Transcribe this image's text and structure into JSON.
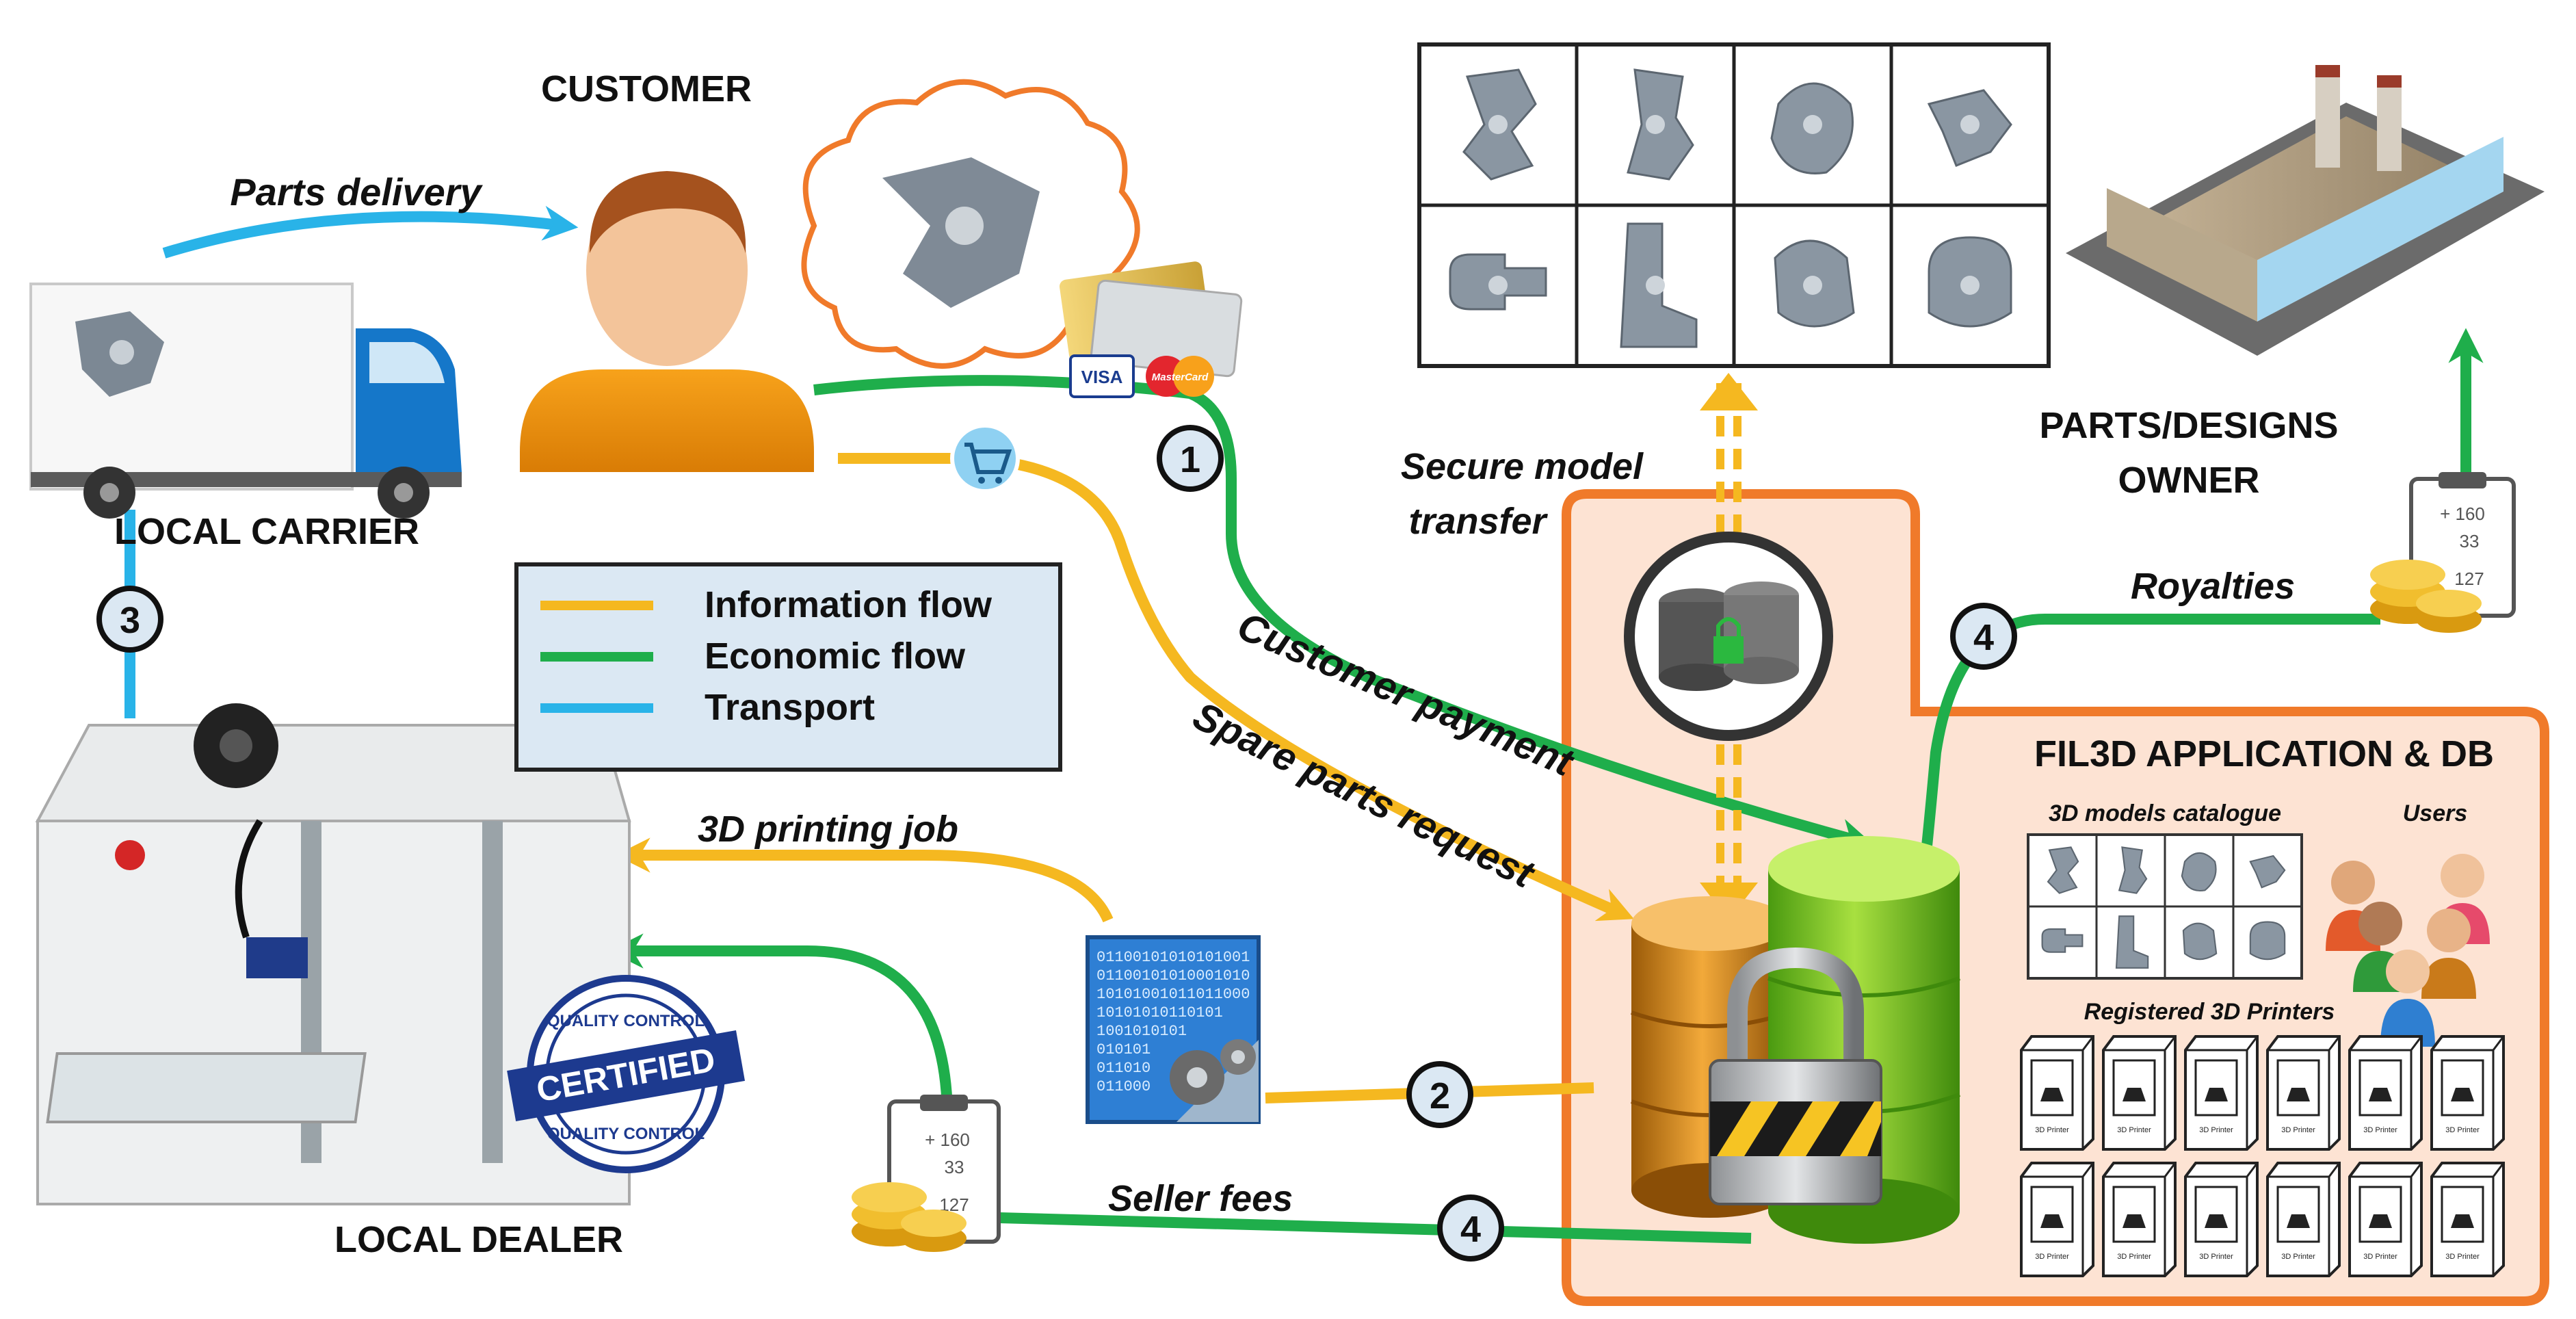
{
  "labels": {
    "customer": "CUSTOMER",
    "local_carrier": "LOCAL CARRIER",
    "local_dealer": "LOCAL DEALER",
    "owner_line1": "PARTS/DESIGNS",
    "owner_line2": "OWNER",
    "app_title": "FIL3D APPLICATION & DB",
    "catalogue": "3D models catalogue",
    "users": "Users",
    "registered_printers": "Registered 3D Printers"
  },
  "flows": {
    "parts_delivery": "Parts delivery",
    "secure_line1": "Secure model",
    "secure_line2": "transfer",
    "customer_payment": "Customer payment",
    "spare_parts_request": "Spare parts request",
    "printing_job": "3D printing job",
    "seller_fees": "Seller fees",
    "royalties": "Royalties"
  },
  "legend": {
    "items": [
      {
        "label": "Information flow",
        "color": "#f5b820"
      },
      {
        "label": "Economic flow",
        "color": "#1fae4b"
      },
      {
        "label": "Transport",
        "color": "#29b3e8"
      }
    ]
  },
  "steps": {
    "s1": "1",
    "s2": "2",
    "s3": "3",
    "s4a": "4",
    "s4b": "4"
  },
  "cards": {
    "visa": "VISA",
    "mastercard": "MasterCard"
  },
  "badge": {
    "top": "QUALITY CONTROL",
    "middle": "CERTIFIED",
    "bottom": "QUALITY CONTROL"
  },
  "notepad": {
    "line1": "+ 160",
    "line2": "33",
    "line3": "127"
  },
  "binary": {
    "lines": [
      "01100101010101001",
      "01100101010001010",
      "10101001011011000",
      "10101010110101",
      "1001010101",
      "010101",
      "011010",
      "011000"
    ]
  },
  "printer_cell_label": "3D Printer",
  "colors": {
    "info": "#f5b820",
    "economic": "#1fae4b",
    "transport": "#29b3e8",
    "app_border": "#f07a2a",
    "app_fill": "#fde3d3"
  }
}
